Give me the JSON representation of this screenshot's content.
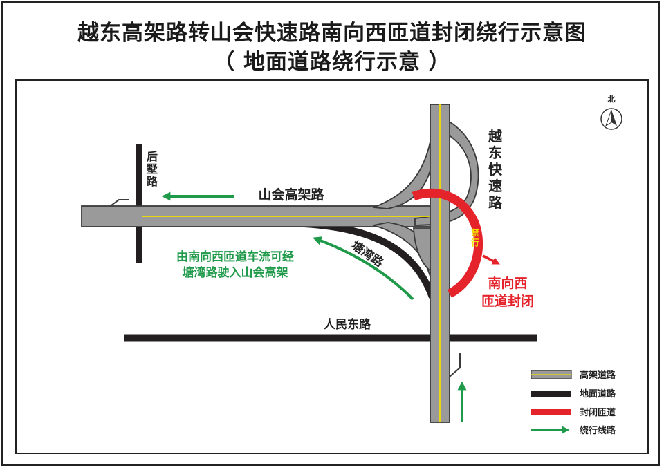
{
  "title": {
    "line1": "越东高架路转山会快速路南向西匝道封闭绕行示意图",
    "line2": "（ 地面道路绕行示意 ）"
  },
  "compass": {
    "label": "北"
  },
  "roads": {
    "shanhui_elevated": "山会高架路",
    "houshu_road": "后墅路",
    "yuedong_expressway": "越东快速路",
    "tangwan_road": "塘湾路",
    "renmin_east_road": "人民东路"
  },
  "labels": {
    "closed_mark": "禁行",
    "closure_note": [
      "南向西",
      "匝道封闭"
    ],
    "detour_note": [
      "由南向西匝道车流可经",
      "塘湾路驶入山会高架"
    ]
  },
  "legend": [
    {
      "label": "高架道路",
      "kind": "elevated"
    },
    {
      "label": "地面道路",
      "kind": "ground"
    },
    {
      "label": "封闭匝道",
      "kind": "closed"
    },
    {
      "label": "绕行线路",
      "kind": "detour"
    }
  ],
  "colors": {
    "elevated": "#9a9a9a",
    "centerline": "#f2e000",
    "ground": "#231f20",
    "closed": "#e5232b",
    "detour": "#1f9a4a"
  }
}
